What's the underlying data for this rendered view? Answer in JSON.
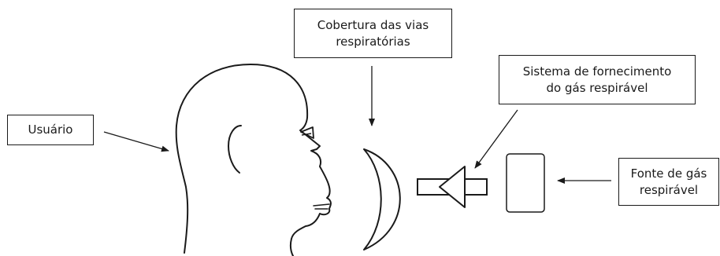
{
  "labels": {
    "user": [
      "Usuário"
    ],
    "airway_cover": [
      "Cobertura das vias",
      "respiratórias"
    ],
    "supply_system": [
      "Sistema de fornecimento",
      "do gás respirável"
    ],
    "gas_source": [
      "Fonte de gás",
      "respirável"
    ]
  },
  "colors": {
    "stroke": "#1a1a1a",
    "background": "#ffffff"
  }
}
